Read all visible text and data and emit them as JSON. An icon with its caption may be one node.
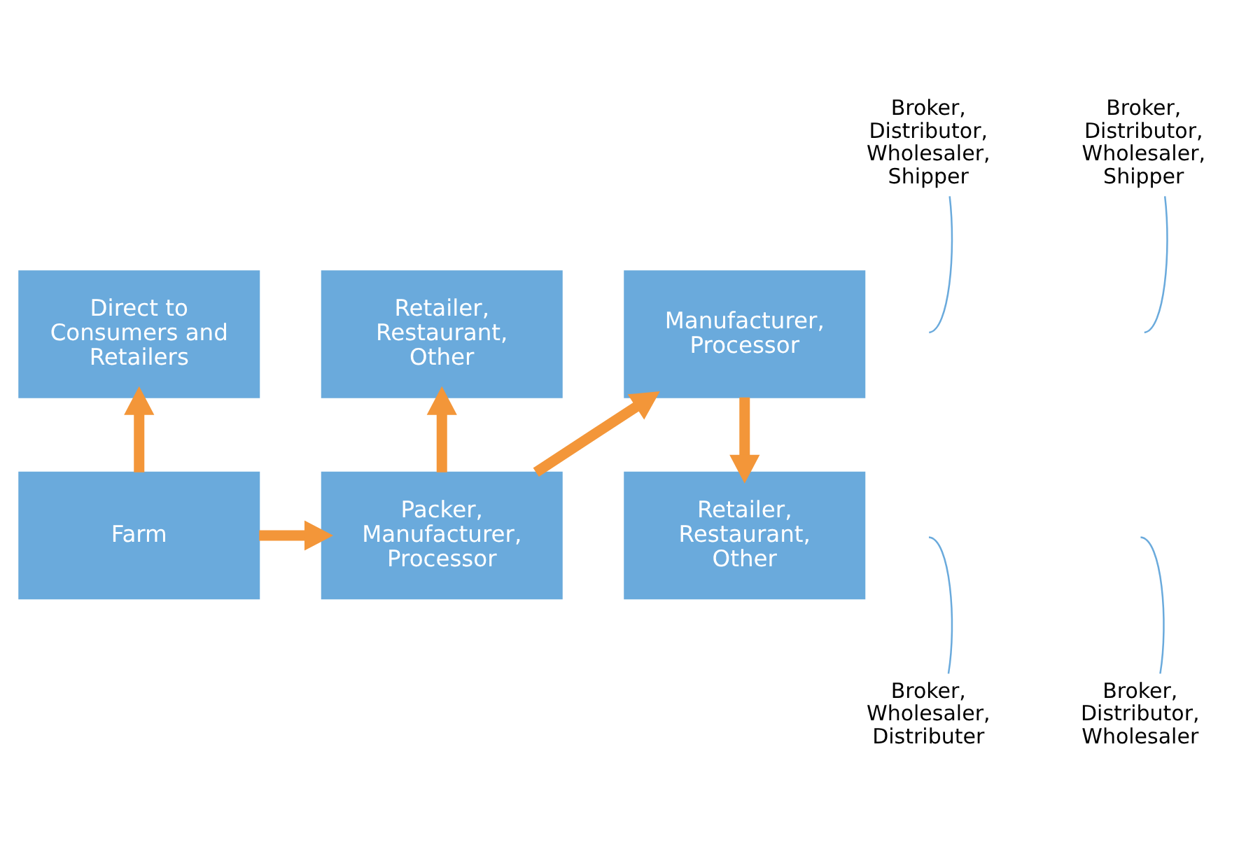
{
  "diagram": {
    "nodes": [
      {
        "text": [
          "Direct to Consumers and Retailers"
        ]
      },
      {
        "text": [
          "Retailer, Restaurant, Other"
        ]
      },
      {
        "text": [
          "Manufacturer, Processor"
        ]
      },
      {
        "text": [
          "Farm"
        ]
      },
      {
        "text": [
          "Packer, Manufacturer, Processor"
        ]
      },
      {
        "text": [
          "Retailer, Restaurant, Other"
        ]
      },
      {
        "text": [
          "Broker, Wholesaler, Distributer"
        ]
      },
      {
        "text": [
          "Broker, Distributor, Wholesaler, Shipper"
        ]
      },
      {
        "text": [
          "Broker, Distributor, Wholesaler"
        ]
      },
      {
        "text": [
          "Broker, Distributor, Wholesaler, Shipper"
        ]
      }
    ],
    "edges": [
      {
        "from": 3,
        "to": 0,
        "arrow": "to"
      },
      {
        "from": 3,
        "to": 4,
        "arrow": "to"
      },
      {
        "from": 4,
        "to": 1,
        "arrow": "to"
      },
      {
        "from": 4,
        "to": 2,
        "arrow": "to"
      },
      {
        "from": 2,
        "to": 5,
        "arrow": "to"
      },
      {
        "from": 6,
        "to": null,
        "arrow": "none",
        "color": "#6aaadc"
      },
      {
        "from": 7,
        "to": null,
        "arrow": "none",
        "color": "#6aaadc"
      },
      {
        "from": 8,
        "to": null,
        "arrow": "none",
        "color": "#6aaadc"
      },
      {
        "from": 9,
        "to": null,
        "arrow": "none",
        "color": "#6aaadc"
      }
    ]
  }
}
